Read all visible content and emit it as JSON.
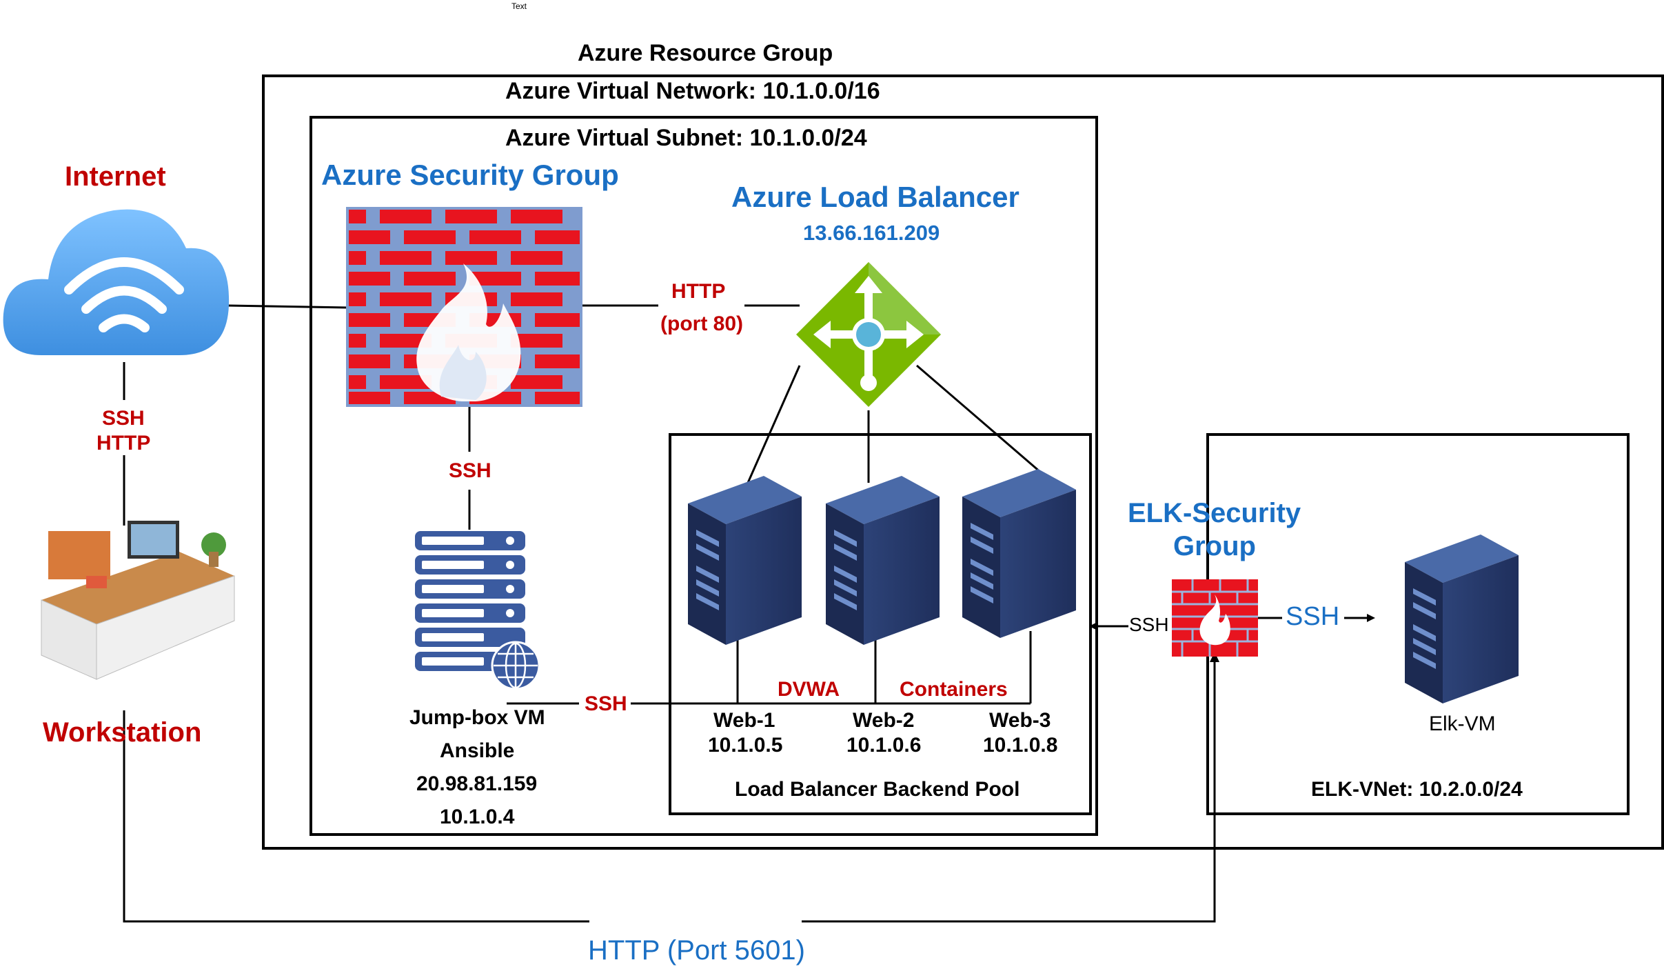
{
  "top_text": "Text",
  "resource_group": {
    "label": "Azure Resource Group"
  },
  "vnet": {
    "label": "Azure Virtual Network: 10.1.0.0/16"
  },
  "subnet": {
    "label": "Azure Virtual Subnet: 10.1.0.0/24"
  },
  "internet": {
    "label": "Internet",
    "conn_ssh": "SSH",
    "conn_http": "HTTP"
  },
  "workstation": {
    "label": "Workstation"
  },
  "security_group": {
    "label": "Azure Security Group",
    "ssh_label": "SSH"
  },
  "load_balancer": {
    "label": "Azure Load Balancer",
    "ip": "13.66.161.209",
    "http_label": "HTTP",
    "port_label": "(port 80)"
  },
  "jumpbox": {
    "name": "Jump-box VM",
    "role": "Ansible",
    "public_ip": "20.98.81.159",
    "private_ip": "10.1.0.4",
    "ssh_label": "SSH"
  },
  "backend_pool": {
    "label": "Load Balancer Backend Pool",
    "dvwa_label": "DVWA",
    "containers_label": "Containers",
    "servers": [
      {
        "name": "Web-1",
        "ip": "10.1.0.5"
      },
      {
        "name": "Web-2",
        "ip": "10.1.0.6"
      },
      {
        "name": "Web-3",
        "ip": "10.1.0.8"
      }
    ]
  },
  "elk_security_group": {
    "label_line1": "ELK-Security",
    "label_line2": "Group",
    "ssh_in_label": "SSH",
    "ssh_out_label": "SSH"
  },
  "elk_vnet": {
    "label": "ELK-VNet: 10.2.0.0/24",
    "vm_name": "Elk-VM"
  },
  "kibana_link": {
    "label": "HTTP (Port 5601)"
  },
  "colors": {
    "red": "#c00000",
    "blue": "#1a6fc4",
    "navy": "#23335f",
    "green": "#7ab800",
    "firewall_red": "#e8141f",
    "cloud_blue": "#5aa9f0"
  }
}
